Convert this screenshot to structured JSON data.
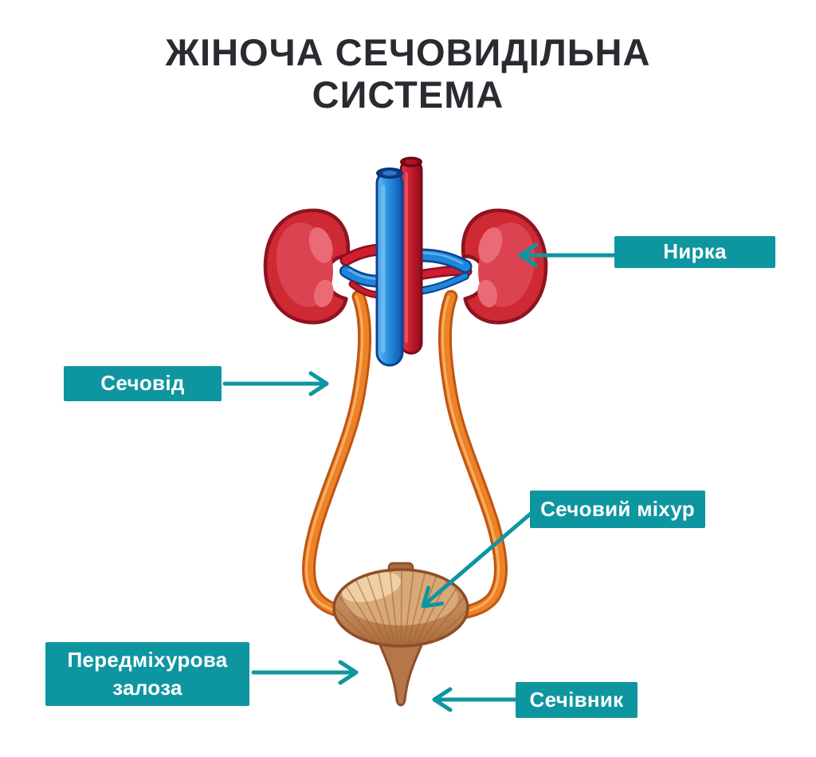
{
  "title": "ЖІНОЧА СЕЧОВИДІЛЬНА\nСИСТЕМА",
  "theme": {
    "accent_teal": "#0E96A0",
    "title_color": "#2B2A31",
    "background": "#FFFFFF",
    "kidney_red": "#CF2933",
    "vein_blue": "#2A8FE0",
    "artery_red": "#C51A2C",
    "ureter_orange": "#EE8226",
    "bladder_brown": "#C08453"
  },
  "callouts": {
    "kidney": {
      "label": "Нирка"
    },
    "ureter": {
      "label": "Сечовід"
    },
    "bladder": {
      "label": "Сечовий міхур"
    },
    "prostate": {
      "label": "Передміхурова\nзалоза"
    },
    "urethra": {
      "label": "Сечівник"
    }
  }
}
